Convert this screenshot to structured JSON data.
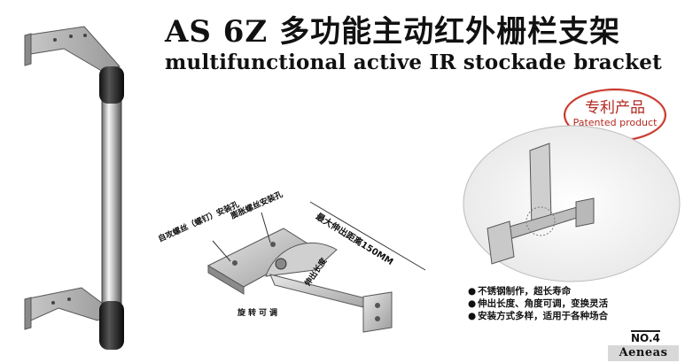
{
  "header": {
    "title_cn": "AS 6Z  多功能主动红外栅栏支架",
    "title_en": "multifunctional active IR stockade bracket"
  },
  "badge": {
    "cn": "专利产品",
    "en": "Patented product"
  },
  "diagram": {
    "self_tap_hole": "自攻螺丝（螺钉）安装孔",
    "expansion_hole": "膨胀螺丝安装孔",
    "max_extend": "最大伸出距离150MM",
    "extend_length": "伸出长度",
    "rotatable": "旋转可调"
  },
  "features": [
    "不锈钢制作，超长寿命",
    "伸出长度、角度可调，变换灵活",
    "安装方式多样，适用于各种场合"
  ],
  "footer": {
    "model_no": "NO.4",
    "brand": "Aeneas"
  }
}
